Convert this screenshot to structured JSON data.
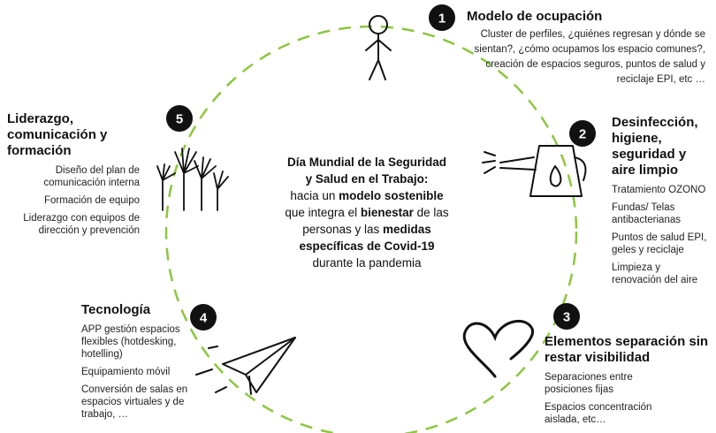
{
  "center": {
    "heading": "Día Mundial de la Seguridad y Salud en el Trabajo:",
    "parts": [
      {
        "text": "hacia un ",
        "bold": false
      },
      {
        "text": "modelo sostenible",
        "bold": true
      },
      {
        "text": " que integra el ",
        "bold": false
      },
      {
        "text": "bienestar",
        "bold": true
      },
      {
        "text": " de las personas y las ",
        "bold": false
      },
      {
        "text": "medidas específicas de Covid-19",
        "bold": true
      },
      {
        "text": " durante la pandemia",
        "bold": false
      }
    ]
  },
  "sections": [
    {
      "number": "1",
      "title": "Modelo de ocupación",
      "icon": "stick-figure-icon",
      "items": [
        "Cluster de perfiles, ¿quiénes regresan y dónde se sientan?, ¿cómo ocupamos los espacio comunes?, creación de espacios seguros, puntos de salud y reciclaje EPI, etc …"
      ]
    },
    {
      "number": "2",
      "title": "Desinfección, higiene, seguridad y aire limpio",
      "icon": "watering-can-icon",
      "items": [
        "Tratamiento OZONO",
        "Fundas/ Telas antibacterianas",
        "Puntos de salud EPI, geles y reciclaje",
        "Limpieza y renovación del aire"
      ]
    },
    {
      "number": "3",
      "title": "Elementos separación sin restar visibilidad",
      "icon": "heart-icon",
      "items": [
        "Separaciones entre posiciones fijas",
        "Espacios concentración aislada, etc…"
      ]
    },
    {
      "number": "4",
      "title": "Tecnología",
      "icon": "paper-plane-icon",
      "items": [
        "APP gestión espacios flexibles (hotdesking, hotelling)",
        "Equipamiento móvil",
        "Conversión de salas en espacios virtuales y de trabajo, …"
      ]
    },
    {
      "number": "5",
      "title": "Liderazgo, comunicación y formación",
      "icon": "raised-hands-icon",
      "items": [
        "Diseño del plan de comunicación interna",
        "Formación de equipo",
        "Liderazgo con equipos de dirección y prevención"
      ]
    }
  ],
  "colors": {
    "circle": "#8cc63f",
    "badge": "#111111",
    "text": "#1a1a1a"
  }
}
